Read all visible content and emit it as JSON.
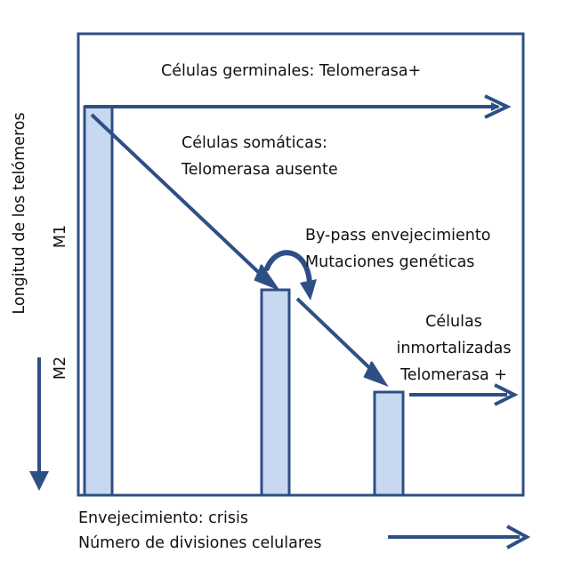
{
  "colors": {
    "frame": "#2E4F86",
    "arrow": "#2E4F86",
    "bar_fill": "#C7D8F0",
    "bar_stroke": "#2E4F86",
    "text": "#111111"
  },
  "labels": {
    "germinal": "Células germinales: Telomerasa+",
    "somatic_line1": "Células somáticas:",
    "somatic_line2": "Telomerasa ausente",
    "bypass_line1": "By-pass envejecimiento",
    "bypass_line2": "Mutaciones genéticas",
    "immortal_line1": "Células",
    "immortal_line2": "inmortalizadas",
    "immortal_line3": "Telomerasa +",
    "crisis": "Envejecimiento: crisis",
    "divisions": "Número de divisiones celulares",
    "y_axis": "Longitud de los telómeros",
    "m1": "M1",
    "m2": "M2"
  }
}
